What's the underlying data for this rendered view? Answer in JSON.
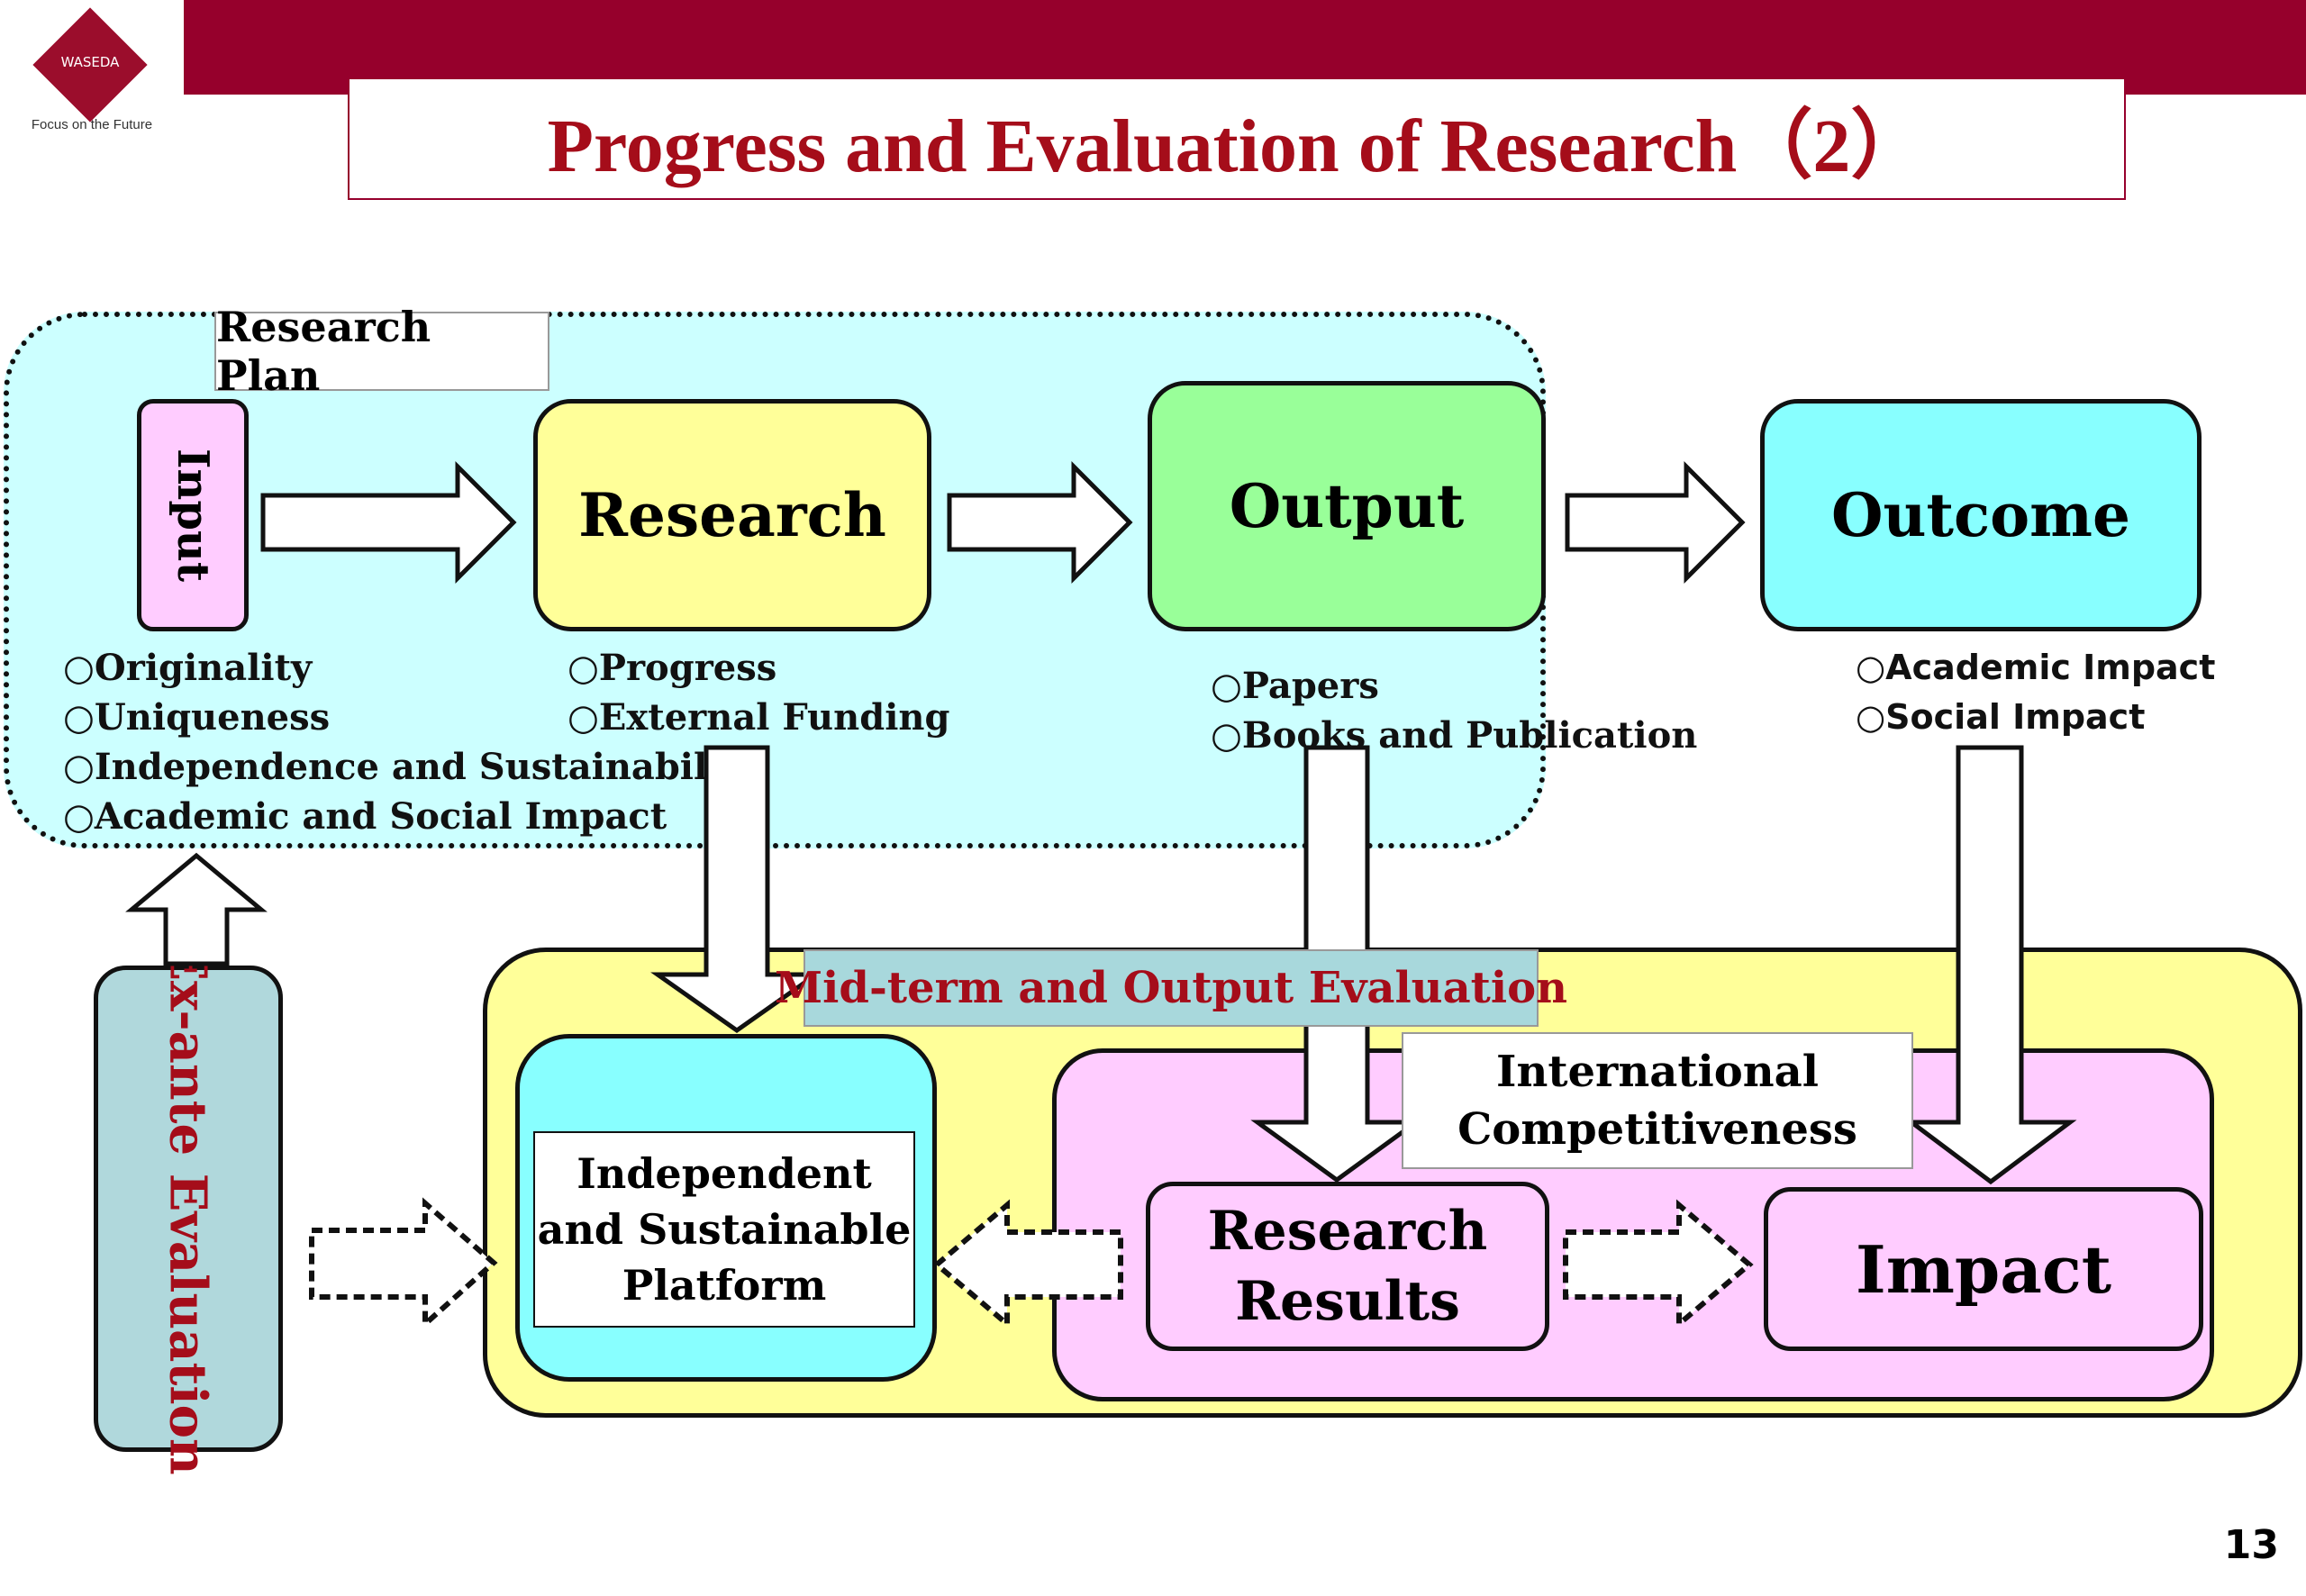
{
  "header": {
    "logo_text": "WASEDA",
    "logo_tagline": "Focus on the Future",
    "title": "Progress and Evaluation of Research（2）"
  },
  "research_plan": {
    "label": "Research Plan",
    "input": {
      "label": "Input",
      "criteria": [
        "Originality",
        "Uniqueness",
        "Independence and Sustainability",
        "Academic and Social Impact"
      ]
    },
    "research": {
      "label": "Research",
      "criteria": [
        "Progress",
        "External Funding"
      ]
    },
    "output": {
      "label": "Output",
      "criteria": [
        "Papers",
        "Books and Publication"
      ]
    }
  },
  "outcome": {
    "label": "Outcome",
    "criteria": [
      "Academic Impact",
      "Social Impact"
    ]
  },
  "evaluation": {
    "label": "Mid-term and Output Evaluation",
    "platform_lines": [
      "Independent",
      "and Sustainable",
      "Platform"
    ],
    "intl_lines": [
      "International",
      "Competitiveness"
    ],
    "results_lines": [
      "Research",
      "Results"
    ],
    "impact": "Impact"
  },
  "exante": {
    "label": "Ex-ante Evaluation"
  },
  "page_number": "13",
  "colors": {
    "brand": "#96002c",
    "title_red": "#a50d1a",
    "plan_bg": "#ccffff",
    "research": "#ffff99",
    "output": "#99ff99",
    "outcome": "#88ffff",
    "pink": "#ffccff",
    "exante": "#b0d8dc"
  }
}
